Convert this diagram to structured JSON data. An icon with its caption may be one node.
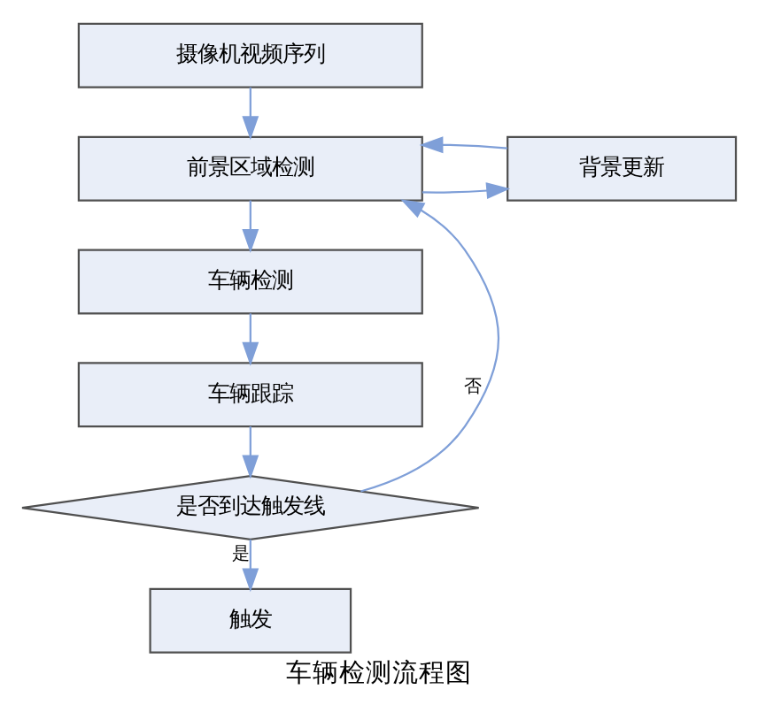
{
  "diagram": {
    "caption": "车辆检测流程图",
    "nodes": [
      {
        "text": [
          "摄像机视频序列"
        ]
      },
      {
        "text": [
          "前景区域检测"
        ]
      },
      {
        "text": [
          "背景更新"
        ]
      },
      {
        "text": [
          "车辆检测"
        ]
      },
      {
        "text": [
          "车辆跟踪"
        ]
      },
      {
        "text": [
          "是否到达触发线"
        ]
      },
      {
        "text": [
          "触发"
        ]
      }
    ],
    "edges": [
      {
        "from": 0,
        "to": 1,
        "arrow": "to"
      },
      {
        "from": 1,
        "to": 2,
        "arrow": "to"
      },
      {
        "from": 2,
        "to": 1,
        "arrow": "to"
      },
      {
        "from": 1,
        "to": 3,
        "arrow": "to"
      },
      {
        "from": 3,
        "to": 4,
        "arrow": "to"
      },
      {
        "from": 4,
        "to": 5,
        "arrow": "to"
      },
      {
        "from": 5,
        "to": 6,
        "label": "是",
        "arrow": "to"
      },
      {
        "from": 5,
        "to": 1,
        "label": "否",
        "arrow": "to"
      }
    ]
  }
}
